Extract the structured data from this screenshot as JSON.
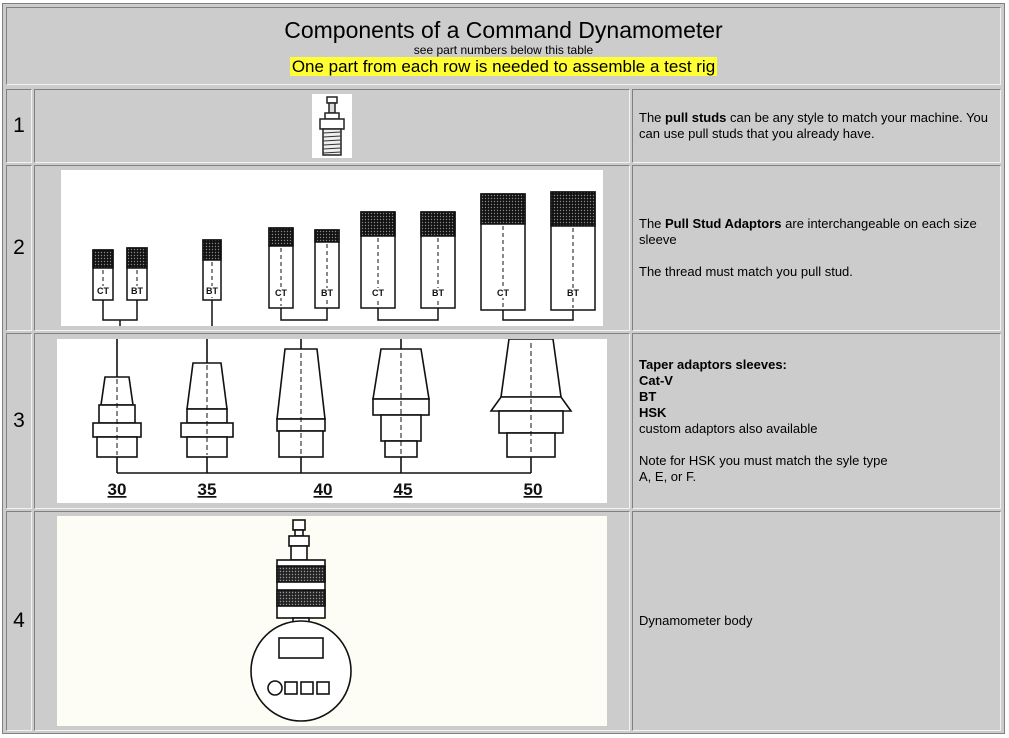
{
  "header": {
    "title": "Components of a Command Dynamometer",
    "subtitle": "see part numbers below this table",
    "note": "One part from each row is needed to assemble a test rig"
  },
  "rows": [
    {
      "number": "1",
      "desc": {
        "prefix": "The ",
        "bold": "pull studs",
        "suffix": " can be any style to match your machine. You can use pull studs that you already have."
      }
    },
    {
      "number": "2",
      "labels": [
        "CT",
        "BT",
        "BT",
        "CT",
        "BT",
        "CT",
        "BT",
        "CT",
        "BT"
      ],
      "desc": {
        "prefix": "The ",
        "bold": "Pull Stud Adaptors",
        "suffix": " are interchangeable on each size sleeve",
        "line2": "The thread must match you pull stud."
      }
    },
    {
      "number": "3",
      "sizes": [
        "30",
        "35",
        "40",
        "45",
        "50"
      ],
      "desc": {
        "bold_lines": [
          "Taper adaptors sleeves:",
          "Cat-V",
          "BT",
          "HSK"
        ],
        "line": "custom adaptors also available",
        "note": "Note for HSK you must match the syle type A, E, or F."
      }
    },
    {
      "number": "4",
      "desc": {
        "text": "Dynamometer body"
      }
    }
  ]
}
